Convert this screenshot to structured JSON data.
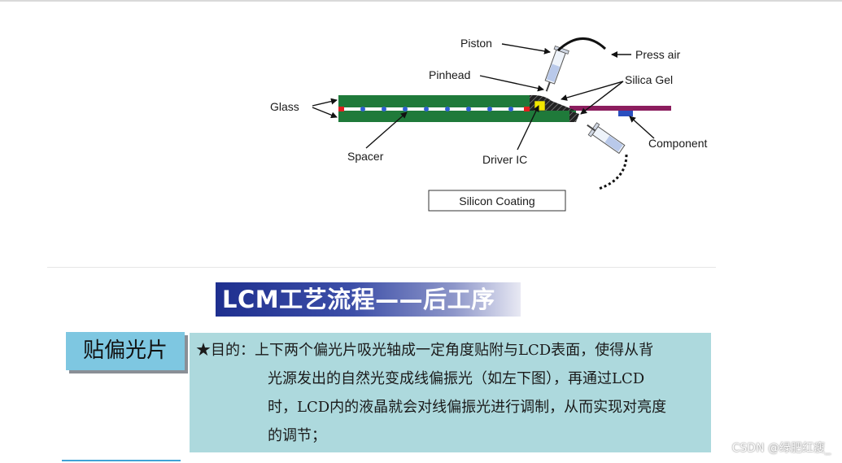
{
  "diagram": {
    "labels": {
      "piston": "Piston",
      "press_air": "Press air",
      "pinhead": "Pinhead",
      "silica_gel": "Silica Gel",
      "glass": "Glass",
      "component": "Component",
      "spacer": "Spacer",
      "driver_ic": "Driver IC",
      "silicon_coating": "Silicon Coating"
    },
    "colors": {
      "glass": "#1f7a3a",
      "spacer": "#2f5fd0",
      "seal": "#e02020",
      "driver_ic": "#f2e600",
      "fpc": "#8c1d5e",
      "component": "#2a4fbf"
    }
  },
  "slide": {
    "title": "LCM工艺流程——后工序",
    "step": "贴偏光片",
    "purpose_label": "★目的：",
    "purpose_lines": [
      "上下两个偏光片吸光轴成一定角度贴附与LCD表面，使得从背",
      "光源发出的自然光变成线偏振光（如左下图），再通过LCD",
      "时，LCD内的液晶就会对线偏振光进行调制，从而实现对亮度",
      "的调节；"
    ]
  },
  "watermark": "CSDN @绿肥红瘦_"
}
